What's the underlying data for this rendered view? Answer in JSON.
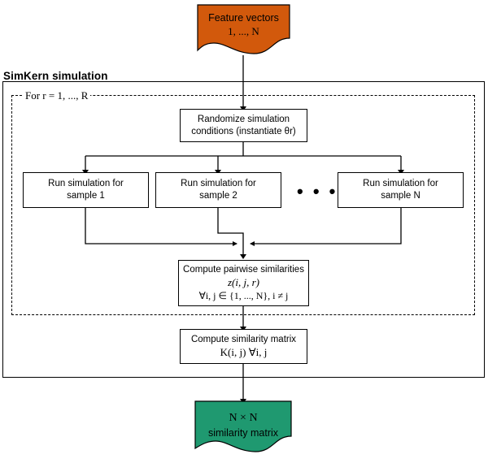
{
  "diagram": {
    "title": "SimKern simulation",
    "loop_label": "For r = 1, ..., R",
    "colors": {
      "input_fill": "#D2590C",
      "output_fill": "#1F9970",
      "stroke": "#000000",
      "background": "#FFFFFF"
    }
  },
  "input_node": {
    "name": "feature-vectors",
    "line1": "Feature vectors",
    "line2": "1, ..., N",
    "fill": "#D2590C"
  },
  "output_node": {
    "name": "similarity-matrix-output",
    "line1": "N × N",
    "line2": "similarity matrix",
    "fill": "#1F9970"
  },
  "steps": {
    "randomize": {
      "line1": "Randomize simulation",
      "line2": "conditions (instantiate θr)"
    },
    "sample_1": {
      "line1": "Run simulation for",
      "line2": "sample 1"
    },
    "sample_2": {
      "line1": "Run simulation for",
      "line2": "sample 2"
    },
    "sample_n": {
      "line1": "Run simulation for",
      "line2": "sample N"
    },
    "ellipsis": "• • •",
    "pairwise": {
      "line1": "Compute pairwise similarities",
      "line2": "z(i, j, r)",
      "line3": "∀i, j ∈ {1, ..., N}, i ≠ j"
    },
    "matrix": {
      "line1": "Compute similarity matrix",
      "line2": "K(i, j) ∀i, j"
    }
  },
  "chart_data": {
    "type": "table",
    "title": "SimKern simulation flowchart",
    "nodes": [
      {
        "id": "feature-vectors",
        "label": "Feature vectors 1, ..., N",
        "shape": "document",
        "fill": "#D2590C"
      },
      {
        "id": "randomize",
        "label": "Randomize simulation conditions (instantiate θr)",
        "shape": "rect"
      },
      {
        "id": "sample-1",
        "label": "Run simulation for sample 1",
        "shape": "rect"
      },
      {
        "id": "sample-2",
        "label": "Run simulation for sample 2",
        "shape": "rect"
      },
      {
        "id": "sample-n",
        "label": "Run simulation for sample N",
        "shape": "rect"
      },
      {
        "id": "pairwise",
        "label": "Compute pairwise similarities z(i, j, r) ∀i, j ∈ {1, ..., N}, i ≠ j",
        "shape": "rect"
      },
      {
        "id": "matrix",
        "label": "Compute similarity matrix K(i, j) ∀i, j",
        "shape": "rect"
      },
      {
        "id": "output",
        "label": "N × N similarity matrix",
        "shape": "document",
        "fill": "#1F9970"
      }
    ],
    "edges": [
      {
        "from": "feature-vectors",
        "to": "randomize"
      },
      {
        "from": "randomize",
        "to": "sample-1"
      },
      {
        "from": "randomize",
        "to": "sample-2"
      },
      {
        "from": "randomize",
        "to": "sample-n"
      },
      {
        "from": "sample-1",
        "to": "pairwise"
      },
      {
        "from": "sample-2",
        "to": "pairwise"
      },
      {
        "from": "sample-n",
        "to": "pairwise"
      },
      {
        "from": "pairwise",
        "to": "matrix"
      },
      {
        "from": "matrix",
        "to": "output"
      }
    ],
    "containers": [
      {
        "id": "simkern-simulation",
        "label": "SimKern simulation",
        "style": "solid"
      },
      {
        "id": "loop",
        "label": "For r = 1, ..., R",
        "style": "dashed"
      }
    ]
  }
}
